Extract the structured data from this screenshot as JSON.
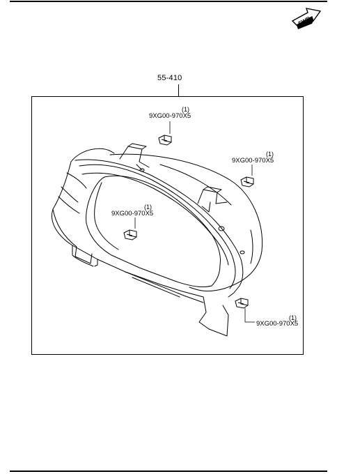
{
  "header": {
    "fwd_label": "FWD"
  },
  "assembly": {
    "part_number": "55-410"
  },
  "parts": [
    {
      "part_number": "9XG00-970X5",
      "qty": "(1)"
    },
    {
      "part_number": "9XG00-970X5",
      "qty": "(1)"
    },
    {
      "part_number": "9XG00-970X5",
      "qty": "(1)"
    },
    {
      "part_number": "9XG00-970X5",
      "qty": "(1)"
    }
  ]
}
